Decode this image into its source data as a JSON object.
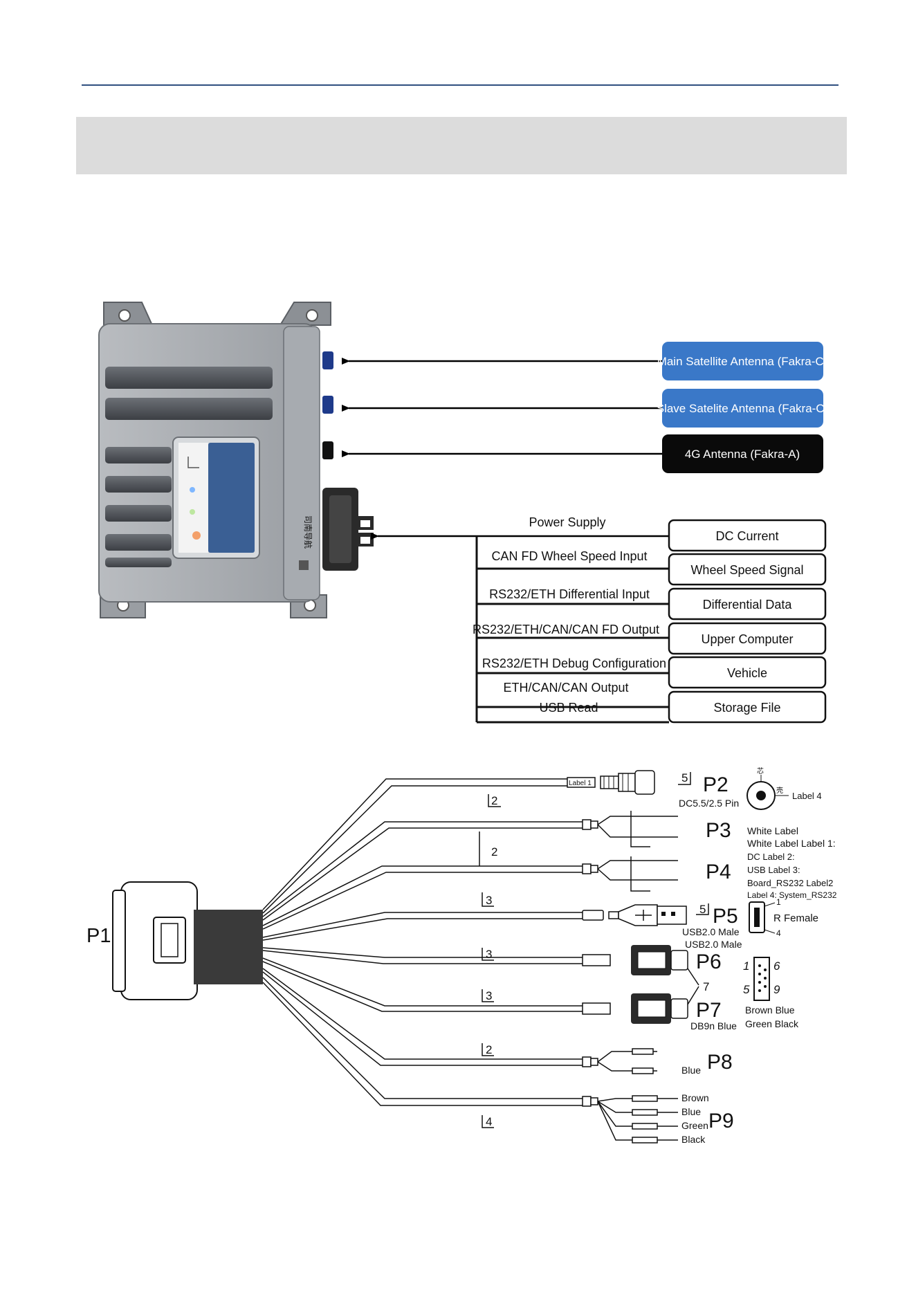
{
  "antenna_ports": [
    {
      "label": "Main Satellite Antenna (Fakra-C)",
      "color": "#3a78c8"
    },
    {
      "label": "Slave Satelite Antenna (Fakra-C)",
      "color": "#3a78c8"
    },
    {
      "label": "4G Antenna (Fakra-A)",
      "color": "#0a0a0a"
    }
  ],
  "signal_table": {
    "rows": [
      {
        "function": "Power Supply",
        "target": "DC Current"
      },
      {
        "function": "CAN FD Wheel Speed Input",
        "target": "Wheel Speed Signal"
      },
      {
        "function": "RS232/ETH Differential Input",
        "target": "Differential Data"
      },
      {
        "function": "RS232/ETH/CAN/CAN FD Output",
        "target": "Upper Computer"
      },
      {
        "function": "RS232/ETH Debug Configuration",
        "target": "Vehicle"
      },
      {
        "function_line1": "ETH/CAN/CAN Output",
        "function_line2": "USB Read",
        "target": "Storage File"
      }
    ]
  },
  "harness": {
    "main_connector": "P1",
    "branches": {
      "p2": {
        "name": "P2",
        "sub": "DC5.5/2.5 Pin",
        "tag": "Label 1",
        "len": "2",
        "num": "5",
        "inner_glyph": "芯",
        "outer_glyph": "壳",
        "label4": "Label 4"
      },
      "p3": {
        "name": "P3",
        "len": "2"
      },
      "p4": {
        "name": "P4"
      },
      "p5": {
        "name": "P5",
        "len": "3",
        "num": "5",
        "sub": "USB2.0 Male",
        "pin1": "1",
        "pin4": "4",
        "female": "R Female"
      },
      "p6": {
        "name": "P6",
        "len": "3",
        "sub": "USB2.0 Male"
      },
      "p7": {
        "name": "P7",
        "len": "3",
        "sub": "DB9n Blue",
        "num": "7"
      },
      "p8": {
        "name": "P8",
        "len": "2",
        "wire": "Blue"
      },
      "p9": {
        "name": "P9",
        "len": "4",
        "wires": [
          "Brown",
          "Blue",
          "Green",
          "Black"
        ]
      }
    },
    "label_notes": [
      "White Label",
      "White Label Label 1:",
      "DC Label 2:",
      "USB Label 3:",
      "Board_RS232 Label2",
      "Label 4: System_RS232"
    ],
    "db9": {
      "pins": [
        "1",
        "6",
        "5",
        "9"
      ],
      "colors_line1": "Brown Blue",
      "colors_line2": "Green Black"
    }
  },
  "device": {
    "vertical_text": "司南导航"
  }
}
